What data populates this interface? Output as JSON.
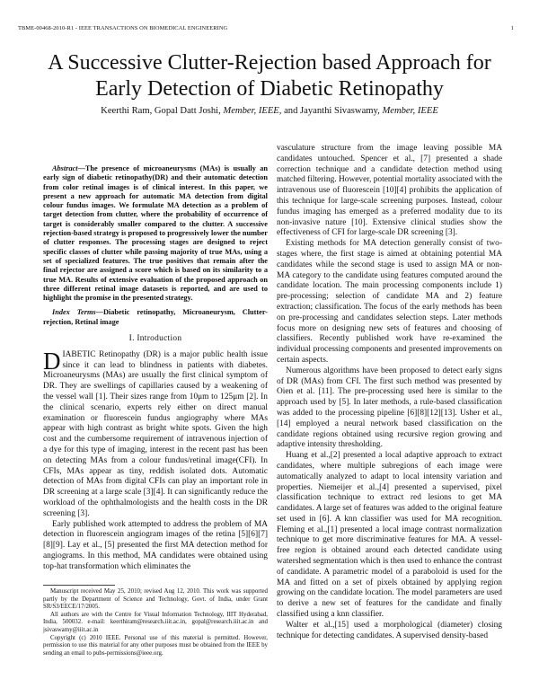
{
  "running_head": {
    "left": "TBME-00468-2010-R1 - IEEE TRANSACTIONS ON BIOMEDICAL ENGINEERING",
    "page_number": "1"
  },
  "title_line1": "A Successive Clutter-Rejection based Approach for",
  "title_line2": "Early Detection of Diabetic Retinopathy",
  "authors": {
    "names1": "Keerthi Ram, Gopal Datt Joshi,",
    "member1": "Member, IEEE,",
    "names2": "and Jayanthi Sivaswamy,",
    "member2": "Member, IEEE"
  },
  "abstract": {
    "label": "Abstract",
    "text": "—The presence of microaneurysms (MAs) is usually an early sign of diabetic retinopathy(DR) and their automatic detection from color retinal images is of clinical interest. In this paper, we present a new approach for automatic MA detection from digital colour fundus images. We formulate MA detection as a problem of target detection from clutter, where the probability of occurrence of target is considerably smaller compared to the clutter. A successive rejection-based strategy is proposed to progressively lower the number of clutter responses. The processing stages are designed to reject specific classes of clutter while passing majority of true MAs, using a set of specialized features. The true positives that remain after the final rejector are assigned a score which is based on its similarity to a true MA. Results of extensive evaluation of the proposed approach on three different retinal image datasets is reported, and are used to highlight the promise in the presented strategy."
  },
  "index_terms": {
    "label": "Index Terms",
    "text": "—Diabetic retinopathy, Microaneurysm, Clutter-rejection, Retinal image"
  },
  "section1_heading": "I. Introduction",
  "intro": {
    "dropcap": "D",
    "p1": "IABETIC Retinopathy (DR) is a major public health issue since it can lead to blindness in patients with diabetes. Microaneurysms (MAs) are usually the first clinical symptom of DR. They are swellings of capillaries caused by a weakening of the vessel wall [1]. Their sizes range from 10μm to 125μm [2]. In the clinical scenario, experts rely either on direct manual examination or fluorescein fundus angiography where MAs appear with high contrast as bright white spots. Given the high cost and the cumbersome requirement of intravenous injection of a dye for this type of imaging, interest in the recent past has been on detecting MAs from a colour fundus/retinal image(CFI). In CFIs, MAs appear as tiny, reddish isolated dots. Automatic detection of MAs from digital CFIs can play an important role in DR screening at a large scale [3][4]. It can significantly reduce the workload of the ophthalmologists and the health costs in the DR screening [3].",
    "p2": "Early published work attempted to address the problem of MA detection in fluorescein angiogram images of the retina [5][6][7][8][9]. Lay et al., [5] presented the first MA detection method for angiograms. In this method, MA candidates were obtained using top-hat transformation which eliminates the"
  },
  "right_column": {
    "p1": "vasculature structure from the image leaving possible MA candidates untouched. Spencer et al., [7] presented a shade correction technique and a candidate detection method using matched filtering. However, potential mortality associated with the intravenous use of fluorescein [10][4] prohibits the application of this technique for large-scale screening purposes. Instead, colour fundus imaging has emerged as a preferred modality due to its non-invasive nature [10]. Extensive clinical studies show the effectiveness of CFI for large-scale DR screening [3].",
    "p2": "Existing methods for MA detection generally consist of two-stages where, the first stage is aimed at obtaining potential MA candidates while the second stage is used to assign MA or non-MA category to the candidate using features computed around the candidate location. The main processing components include 1) pre-processing; selection of candidate MA and 2) feature extraction; classification. The focus of the early methods has been on pre-processing and candidates selection steps. Later methods focus more on designing new sets of features and choosing of classifiers. Recently published work have re-examined the individual processing components and presented improvements on certain aspects.",
    "p3": "Numerous algorithms have been proposed to detect early signs of DR (MAs) from CFI. The first such method was presented by Oien et al. [11]. The pre-processing used here is similar to the approach used by [5]. In later methods, a rule-based classification was added to the processing pipeline [6][8][12][13]. Usher et al., [14] employed a neural network based classification on the candidate regions obtained using recursive region growing and adaptive intensity thresholding.",
    "p4": "Huang et al.,[2] presented a local adaptive approach to extract candidates, where multiple subregions of each image were automatically analyzed to adapt to local intensity variation and properties. Niemeijer et al.,[4] presented a supervised, pixel classification technique to extract red lesions to get MA candidates. A large set of features was added to the original feature set used in [6]. A knn classifier was used for MA recognition. Fleming et al.,[1] presented a local image contrast normalization technique to get more discriminative features for MA. A vessel-free region is obtained around each detected candidate using watershed segmentation which is then used to enhance the contrast of candidate. A parametric model of a paraboloid is used for the MA and fitted on a set of pixels obtained by applying region growing on the candidate location. The model parameters are used to derive a new set of features for the candidate and finally classified using a knn classifier.",
    "p5": "Walter et al.,[15] used a morphological (diameter) closing technique for detecting candidates. A supervised density-based"
  },
  "footnotes": {
    "f1": "Manuscript received May 25, 2010; revised Aug 12, 2010. This work was supported partly by the Department of Science and Technology, Govt. of India, under Grant SR/S3/EECE/17/2005.",
    "f2": "All authors are with the Centre for Visual Information Technology, IIIT Hyderabad, India, 500032. e-mail: keerthiram@research.iiit.ac.in, gopal@research.iiit.ac.in and jsivaswamy@iiit.ac.in",
    "f3": "Copyright (c) 2010 IEEE. Personal use of this material is permitted. However, permission to use this material for any other purposes must be obtained from the IEEE by sending an email to pubs-permissions@ieee.org."
  }
}
